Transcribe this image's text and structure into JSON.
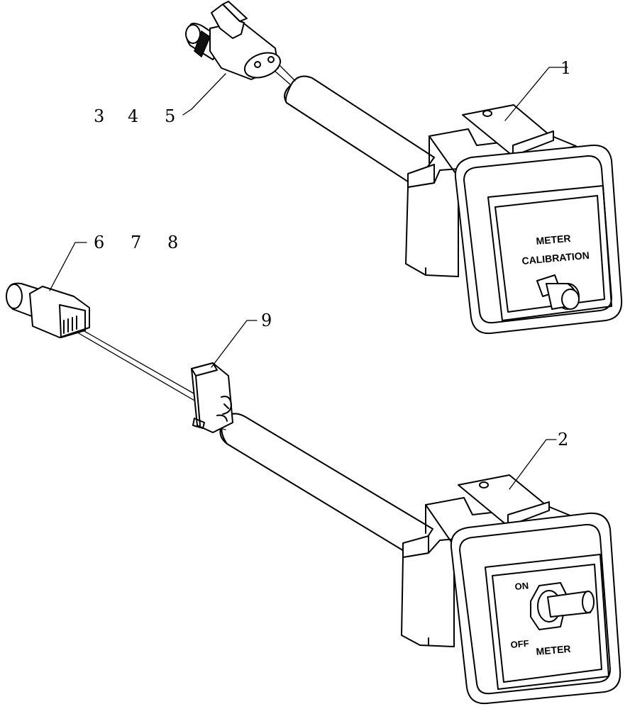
{
  "callouts": {
    "c1": "1",
    "c2": "2",
    "c3": "3",
    "c4": "4",
    "c5": "5",
    "c6": "6",
    "c7": "7",
    "c8": "8",
    "c9": "9"
  },
  "upper_switch": {
    "line1": "METER",
    "line2": "CALIBRATION"
  },
  "lower_switch": {
    "on": "ON",
    "off": "OFF",
    "label": "METER"
  }
}
